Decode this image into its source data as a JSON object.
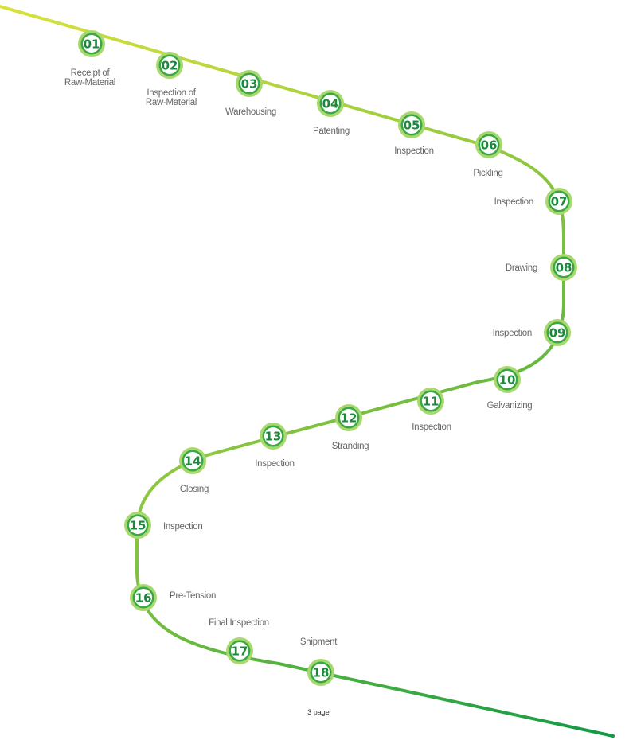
{
  "diagram": {
    "colors": {
      "line_start": "#d8e23a",
      "line_mid": "#8cc63f",
      "line_end": "#0f9a44",
      "node_ring_outer": "#a9d86e",
      "node_ring_inner": "#3aa845",
      "node_fill": "#ffffff",
      "node_text": "#1a8a3a",
      "label_text": "#666666"
    },
    "steps": [
      {
        "number": "01",
        "label": [
          "Receipt of",
          "Raw-Material"
        ]
      },
      {
        "number": "02",
        "label": [
          "Inspection of",
          "Raw-Material"
        ]
      },
      {
        "number": "03",
        "label": [
          "Warehousing"
        ]
      },
      {
        "number": "04",
        "label": [
          "Patenting"
        ]
      },
      {
        "number": "05",
        "label": [
          "Inspection"
        ]
      },
      {
        "number": "06",
        "label": [
          "Pickling"
        ]
      },
      {
        "number": "07",
        "label": [
          "Inspection"
        ]
      },
      {
        "number": "08",
        "label": [
          "Drawing"
        ]
      },
      {
        "number": "09",
        "label": [
          "Inspection"
        ]
      },
      {
        "number": "10",
        "label": [
          "Galvanizing"
        ]
      },
      {
        "number": "11",
        "label": [
          "Inspection"
        ]
      },
      {
        "number": "12",
        "label": [
          "Stranding"
        ]
      },
      {
        "number": "13",
        "label": [
          "Inspection"
        ]
      },
      {
        "number": "14",
        "label": [
          "Closing"
        ]
      },
      {
        "number": "15",
        "label": [
          "Inspection"
        ]
      },
      {
        "number": "16",
        "label": [
          "Pre-Tension"
        ]
      },
      {
        "number": "17",
        "label": [
          "Final Inspection"
        ]
      },
      {
        "number": "18",
        "label": [
          "Shipment"
        ]
      }
    ]
  },
  "footer": {
    "page_label": "3 page"
  }
}
